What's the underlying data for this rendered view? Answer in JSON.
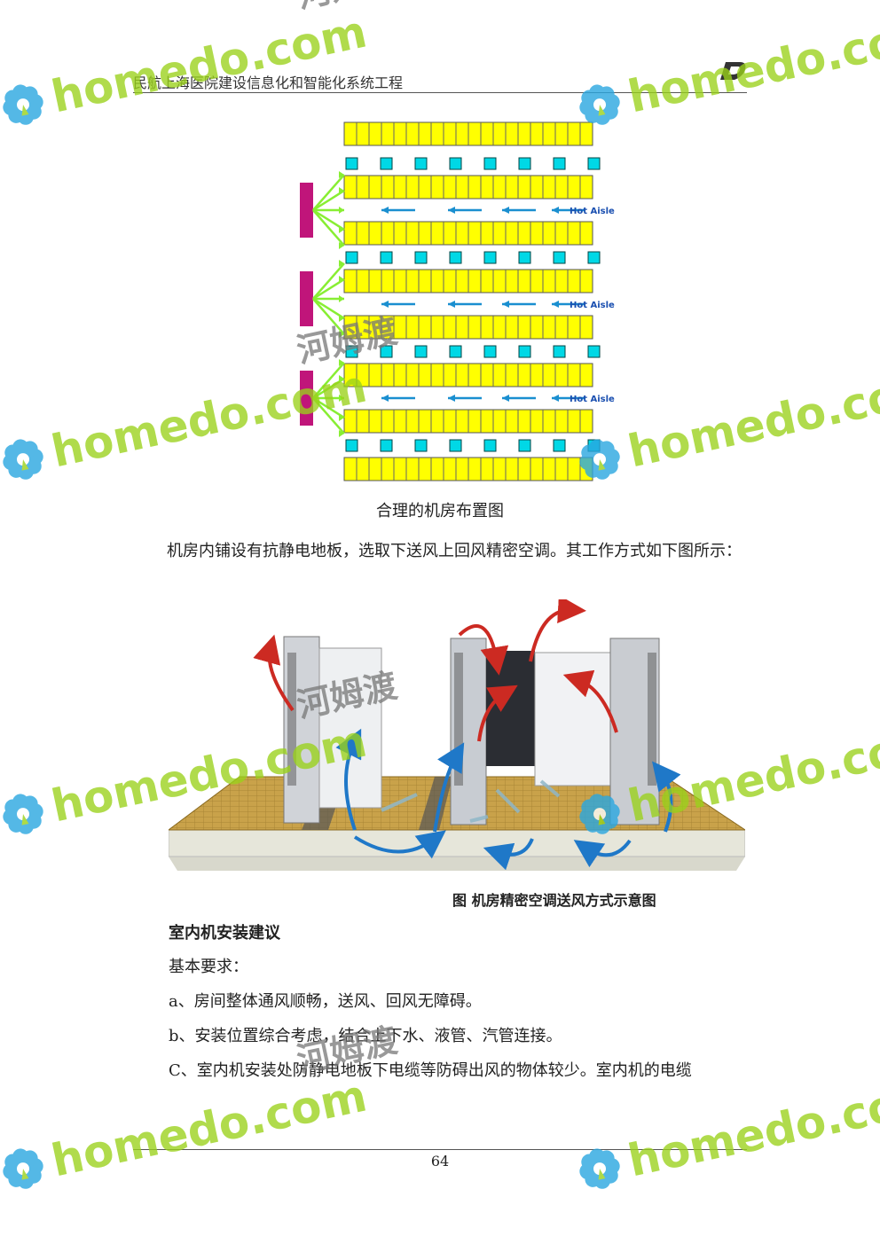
{
  "header": {
    "title": "民航上海医院建设信息化和智能化系统工程"
  },
  "figure1": {
    "hot_aisle_label": "Hot Aisle",
    "caption": "合理的机房布置图"
  },
  "paragraph": "机房内铺设有抗静电地板，选取下送风上回风精密空调。其工作方式如下图所示：",
  "figure2": {
    "caption": "图 机房精密空调送风方式示意图"
  },
  "section": {
    "heading": "室内机安装建议",
    "lines": [
      "基本要求：",
      "a、房间整体通风顺畅，送风、回风无障碍。",
      "b、安装位置综合考虑，结合上下水、液管、汽管连接。",
      "C、室内机安装处防静电地板下电缆等防碍出风的物体较少。室内机的电缆"
    ]
  },
  "footer": {
    "page_number": "64"
  },
  "watermark": {
    "site": "homedo.com",
    "name": "河姆渡"
  },
  "colors": {
    "rack_yellow": "#ffff00",
    "tile_cyan": "#00d8e6",
    "crac_magenta": "#c0157a",
    "arrow_green": "#88ee33",
    "arrow_blue": "#1a8fd0",
    "wm_green": "#9ad21a",
    "wm_blue": "#2aa7e0"
  }
}
